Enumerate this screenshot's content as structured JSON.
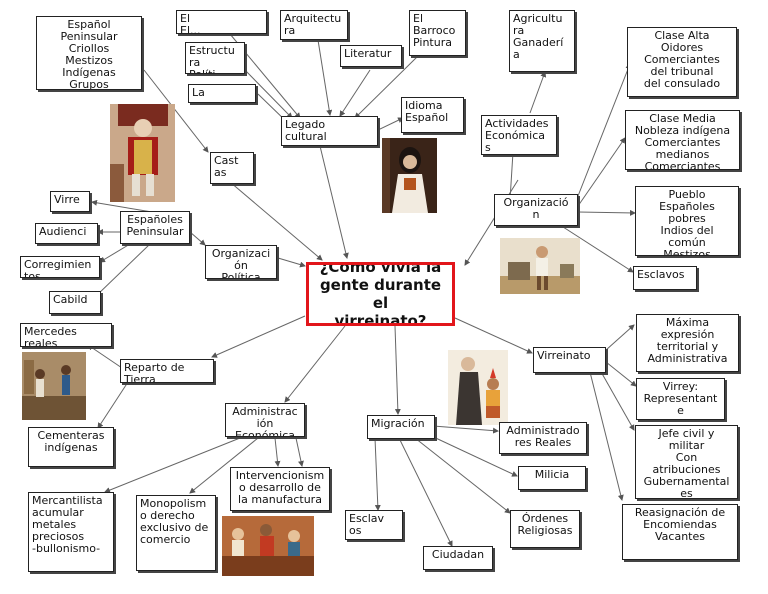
{
  "center": "¿Cómo vivía la\ngente durante el\nvirreinato?",
  "nodes": {
    "espanol_peninsular_list": "Español\nPeninsular\nCriollos\nMestizos\nIndígenas\nGrupos",
    "el_el": "El\nEl...",
    "arquitectura": "Arquitectu\nra",
    "el_barroco": "El\nBarroco\nPintura",
    "agricultura": "Agricultu\nra\nGanaderí\na",
    "clase_alta": "Clase Alta\nOidores\nComerciantes\ndel tribunal\ndel consulado",
    "estructura": "Estructu\nra\nPolíti",
    "literatura": "Literatur",
    "la": "La",
    "legado_cultural": "Legado\ncultural",
    "idioma_espanol": "Idioma\nEspañol",
    "actividades_economicas": "Actividades\nEconómica\ns",
    "clase_media": "Clase Media\nNobleza indígena\nComerciantes\nmedianos\nComerciantes",
    "castas": "Cast\nas",
    "virrey_left": "Virre",
    "espanoles_peninsulares": "Españoles\nPeninsular",
    "audiencia": "Audienci",
    "organizacion_politica": "Organizaci\nón\nPolítica",
    "organizacion_social": "Organizació\nn",
    "pueblo": "Pueblo\nEspañoles\npobres\nIndios del\ncomún\nMestizos",
    "corregimientos": "Corregimien\ntos",
    "cabildo": "Cabild",
    "esclavos_right": "Esclavos",
    "mercedes_reales": "Mercedes\nreales",
    "reparto_tierra": "Reparto de\nTierra",
    "virreinato": "Virreinato",
    "maxima_expresion": "Máxima\nexpresión\nterritorial y\nAdministrativa",
    "administracion": "Administrac\nión\nEconómica",
    "cementeras": "Cementeras\nindígenas",
    "virrey_representante": "Virrey:\nRepresentant\ne",
    "migracion": "Migración",
    "administradores_reales": "Administrado\nres Reales",
    "jefe_civil": "Jefe civil y\nmilitar\nCon\natribuciones\nGubernamental\nes",
    "intervencionismo": "Intervencionism\no desarrollo de\nla manufactura",
    "milicia": "Milicia",
    "mercantilista": "Mercantilista\nacumular\nmetales\npreciosos\n-bullonismo-",
    "monopolismo": "Monopolism\no derecho\nexclusivo de\ncomercio",
    "esclavos_bottom": "Esclav\nos",
    "ordenes_religiosas": "Órdenes\nReligiosas",
    "reasignacion": "Reasignación de\nEncomiendas\nVacantes",
    "ciudadanos": "Ciudadan"
  },
  "colors": {
    "center_border": "#e2161b",
    "box_border": "#222222",
    "arrow": "#555555"
  }
}
